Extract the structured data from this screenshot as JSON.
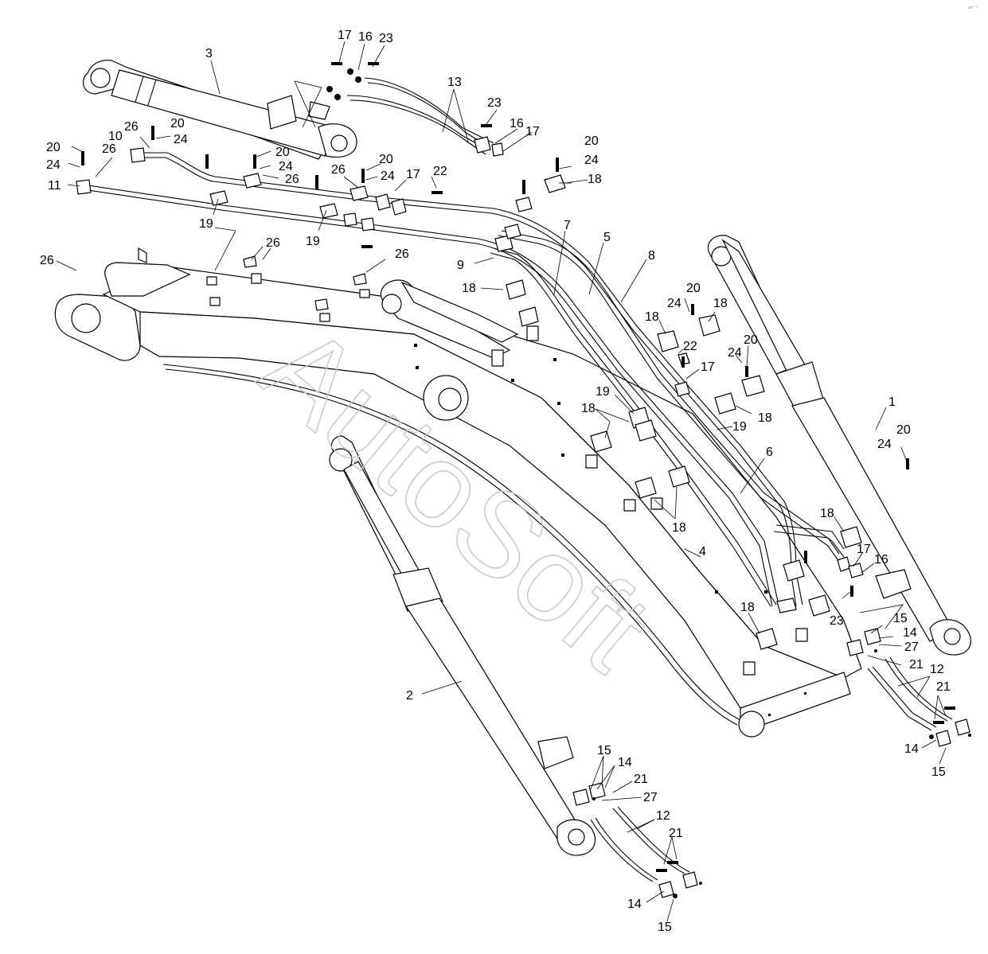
{
  "watermark": "AutoSoft",
  "corner_mark": "ab° °°",
  "labels": [
    {
      "id": "l-17a",
      "text": "17"
    },
    {
      "id": "l-16a",
      "text": "16"
    },
    {
      "id": "l-23a",
      "text": "23"
    },
    {
      "id": "l-3",
      "text": "3"
    },
    {
      "id": "l-13",
      "text": "13"
    },
    {
      "id": "l-23b",
      "text": "23"
    },
    {
      "id": "l-16b",
      "text": "16"
    },
    {
      "id": "l-17b",
      "text": "17"
    },
    {
      "id": "l-26a",
      "text": "26"
    },
    {
      "id": "l-20a",
      "text": "20"
    },
    {
      "id": "l-10",
      "text": "10"
    },
    {
      "id": "l-24a",
      "text": "24"
    },
    {
      "id": "l-20b",
      "text": "20"
    },
    {
      "id": "l-26b",
      "text": "26"
    },
    {
      "id": "l-24b",
      "text": "24"
    },
    {
      "id": "l-20c",
      "text": "20"
    },
    {
      "id": "l-24c",
      "text": "24"
    },
    {
      "id": "l-26c",
      "text": "26"
    },
    {
      "id": "l-20d",
      "text": "20"
    },
    {
      "id": "l-20e",
      "text": "20"
    },
    {
      "id": "l-24d",
      "text": "24"
    },
    {
      "id": "l-18a",
      "text": "18"
    },
    {
      "id": "l-11",
      "text": "11"
    },
    {
      "id": "l-26d",
      "text": "26"
    },
    {
      "id": "l-24e",
      "text": "24"
    },
    {
      "id": "l-17c",
      "text": "17"
    },
    {
      "id": "l-22a",
      "text": "22"
    },
    {
      "id": "l-19a",
      "text": "19"
    },
    {
      "id": "l-19b",
      "text": "19"
    },
    {
      "id": "l-26e",
      "text": "26"
    },
    {
      "id": "l-26f",
      "text": "26"
    },
    {
      "id": "l-26g",
      "text": "26"
    },
    {
      "id": "l-7",
      "text": "7"
    },
    {
      "id": "l-5",
      "text": "5"
    },
    {
      "id": "l-8",
      "text": "8"
    },
    {
      "id": "l-9",
      "text": "9"
    },
    {
      "id": "l-18b",
      "text": "18"
    },
    {
      "id": "l-20f",
      "text": "20"
    },
    {
      "id": "l-24f",
      "text": "24"
    },
    {
      "id": "l-18c",
      "text": "18"
    },
    {
      "id": "l-18d",
      "text": "18"
    },
    {
      "id": "l-22b",
      "text": "22"
    },
    {
      "id": "l-20g",
      "text": "20"
    },
    {
      "id": "l-24g",
      "text": "24"
    },
    {
      "id": "l-17d",
      "text": "17"
    },
    {
      "id": "l-19c",
      "text": "19"
    },
    {
      "id": "l-18e",
      "text": "18"
    },
    {
      "id": "l-19d",
      "text": "19"
    },
    {
      "id": "l-18f",
      "text": "18"
    },
    {
      "id": "l-1",
      "text": "1"
    },
    {
      "id": "l-20h",
      "text": "20"
    },
    {
      "id": "l-24h",
      "text": "24"
    },
    {
      "id": "l-6",
      "text": "6"
    },
    {
      "id": "l-18g",
      "text": "18"
    },
    {
      "id": "l-18h",
      "text": "18"
    },
    {
      "id": "l-4",
      "text": "4"
    },
    {
      "id": "l-17e",
      "text": "17"
    },
    {
      "id": "l-16c",
      "text": "16"
    },
    {
      "id": "l-18i",
      "text": "18"
    },
    {
      "id": "l-23c",
      "text": "23"
    },
    {
      "id": "l-15a",
      "text": "15"
    },
    {
      "id": "l-14a",
      "text": "14"
    },
    {
      "id": "l-27a",
      "text": "27"
    },
    {
      "id": "l-21a",
      "text": "21"
    },
    {
      "id": "l-12a",
      "text": "12"
    },
    {
      "id": "l-21b",
      "text": "21"
    },
    {
      "id": "l-2",
      "text": "2"
    },
    {
      "id": "l-14b",
      "text": "14"
    },
    {
      "id": "l-15b",
      "text": "15"
    },
    {
      "id": "l-15c",
      "text": "15"
    },
    {
      "id": "l-14c",
      "text": "14"
    },
    {
      "id": "l-21c",
      "text": "21"
    },
    {
      "id": "l-27b",
      "text": "27"
    },
    {
      "id": "l-12b",
      "text": "12"
    },
    {
      "id": "l-21d",
      "text": "21"
    },
    {
      "id": "l-14d",
      "text": "14"
    },
    {
      "id": "l-15d",
      "text": "15"
    }
  ]
}
